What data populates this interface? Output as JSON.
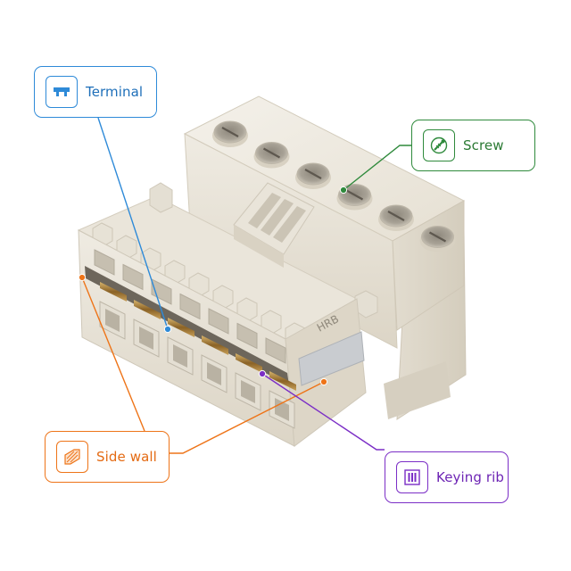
{
  "colors": {
    "terminal": "#2e8ad8",
    "screw": "#2f8a3c",
    "side_wall": "#ee7418",
    "keying_rib": "#7b2ec6",
    "housing": "#ece7dc",
    "contacts": "#b08a44"
  },
  "body_marking": "HRB",
  "callouts": {
    "terminal": {
      "label": "Terminal",
      "icon": "terminal-icon"
    },
    "screw": {
      "label": "Screw",
      "icon": "screw-icon"
    },
    "side_wall": {
      "label": "Side wall",
      "icon": "side-wall-icon"
    },
    "keying_rib": {
      "label": "Keying rib",
      "icon": "keying-rib-icon"
    }
  }
}
